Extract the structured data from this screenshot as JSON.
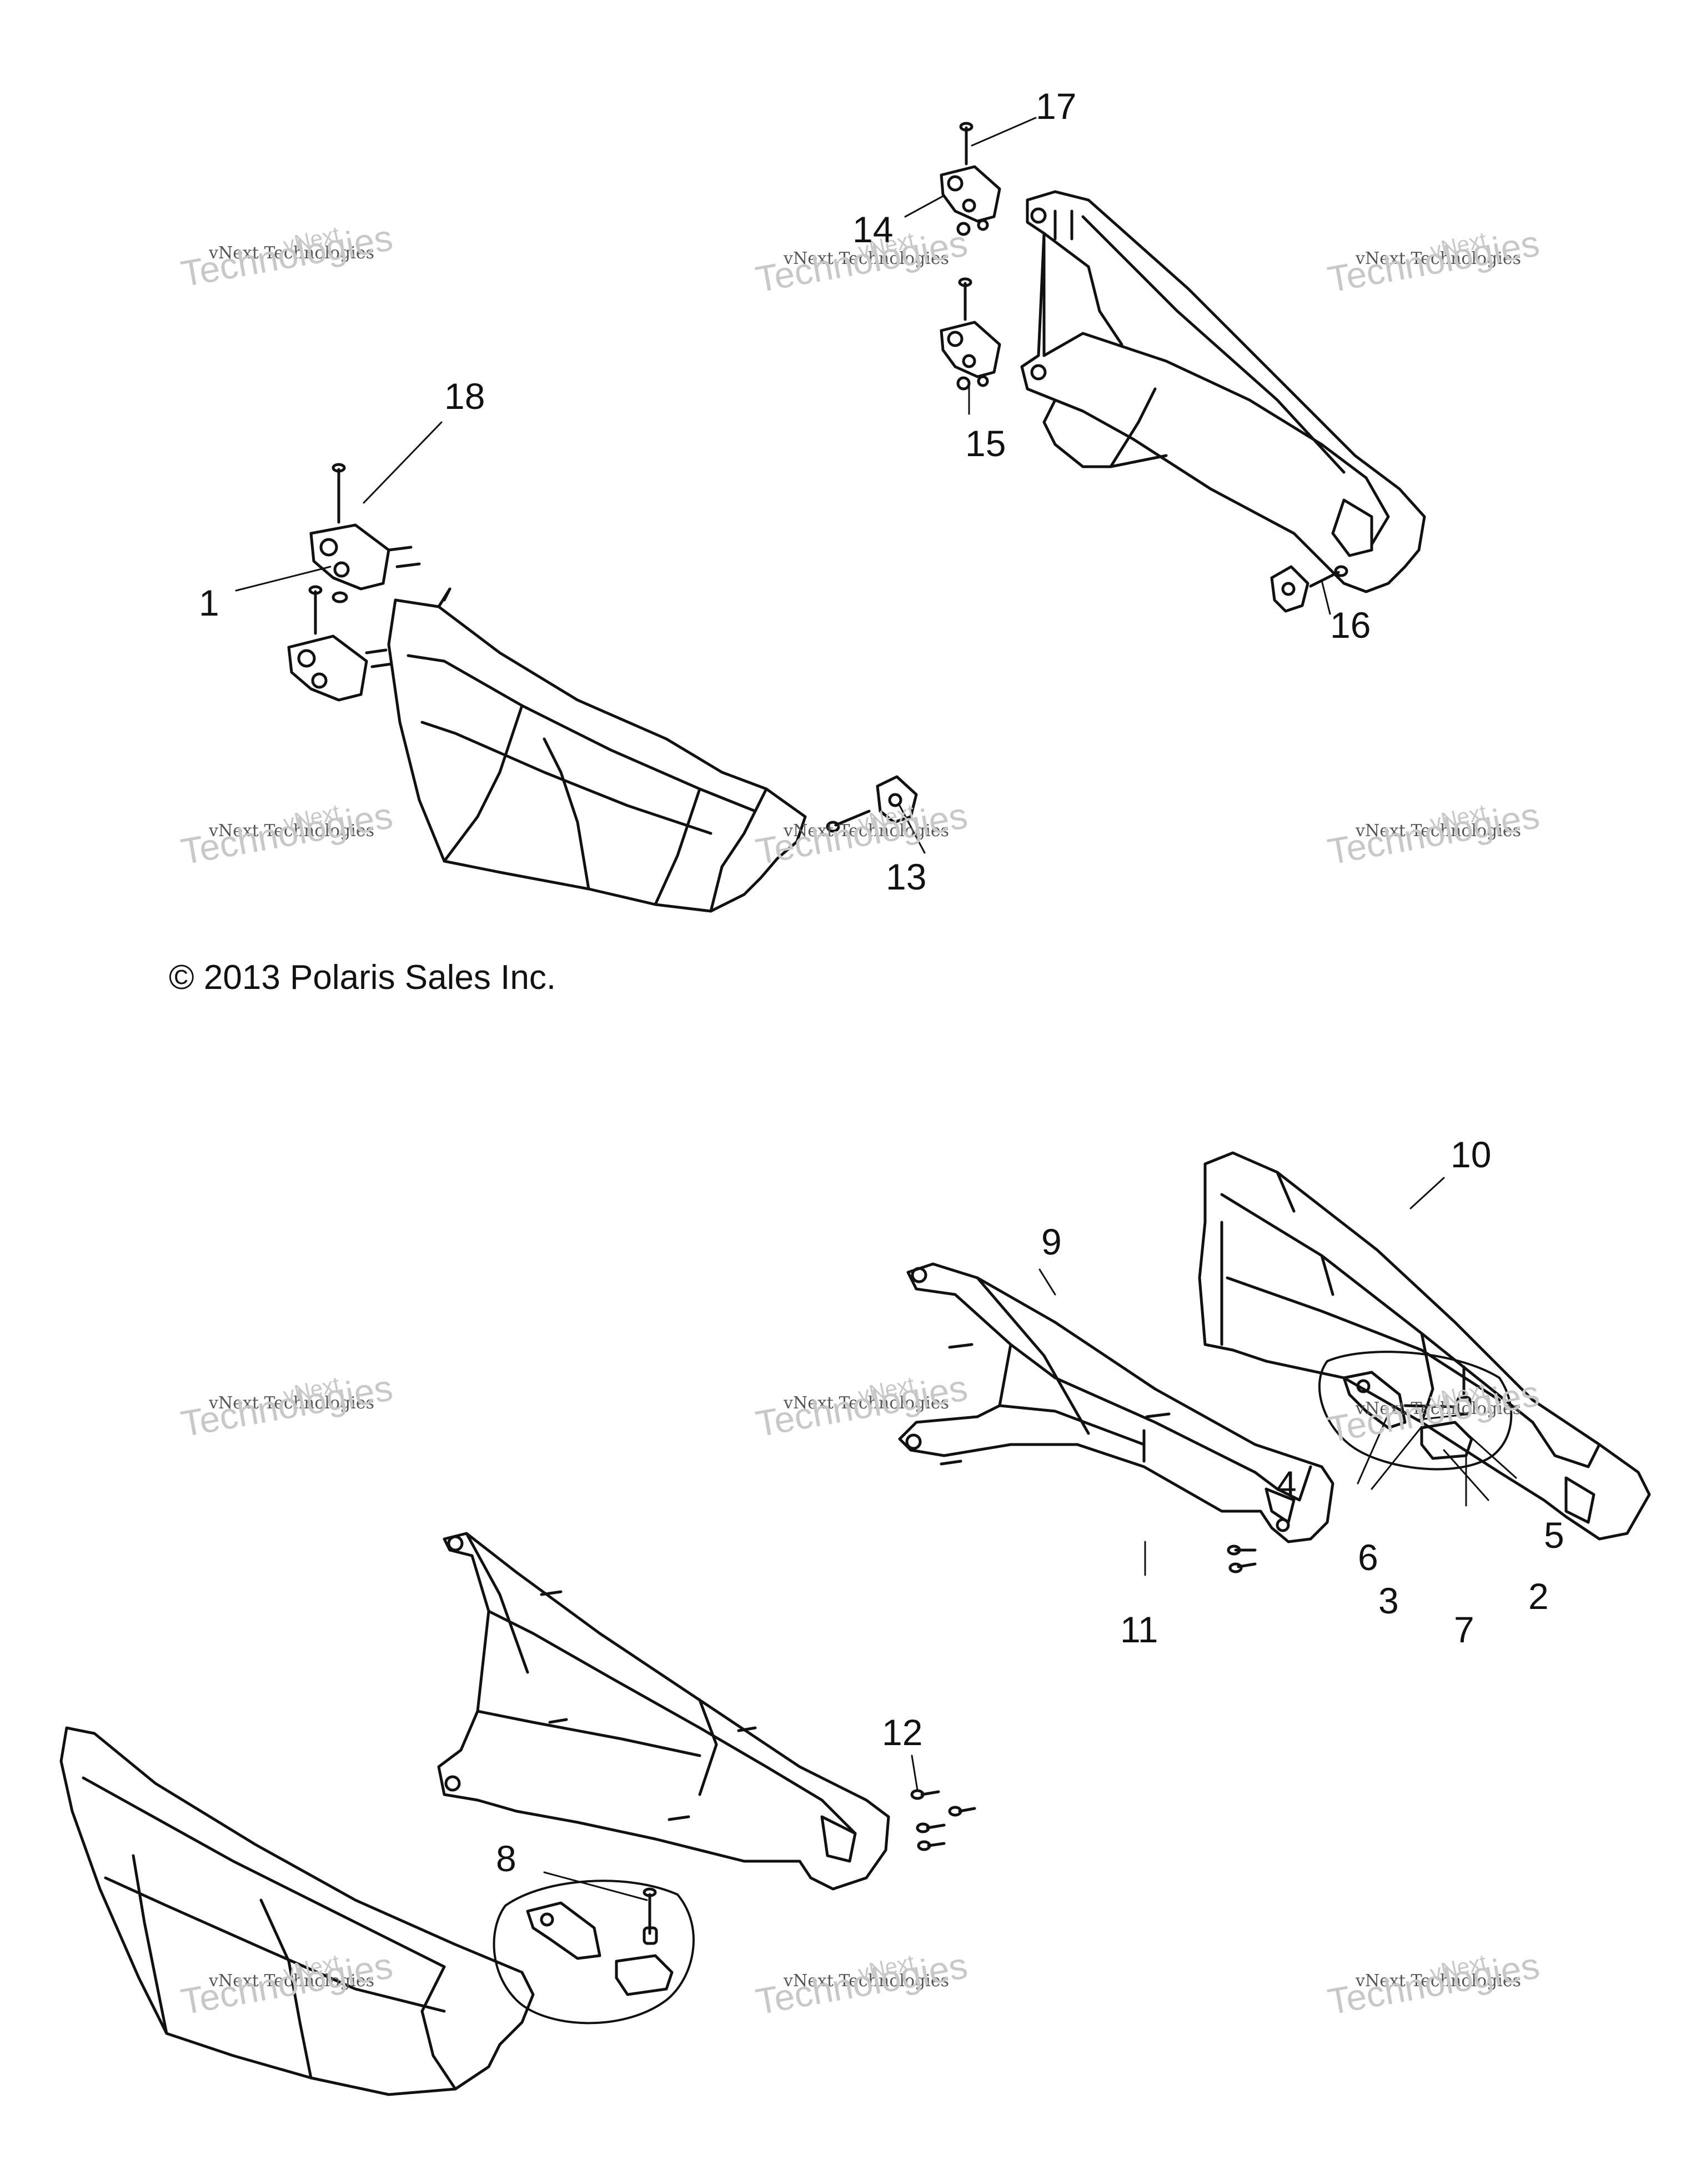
{
  "copyright": "© 2013 Polaris Sales Inc.",
  "callouts": {
    "c1": "1",
    "c2": "2",
    "c3": "3",
    "c4": "4",
    "c5": "5",
    "c6": "6",
    "c7": "7",
    "c8": "8",
    "c9": "9",
    "c10": "10",
    "c11": "11",
    "c12": "12",
    "c13": "13",
    "c14": "14",
    "c15": "15",
    "c16": "16",
    "c17": "17",
    "c18": "18"
  },
  "watermark": {
    "small": "vNext Technologies",
    "big": "Technologies",
    "top": "vNext"
  },
  "colors": {
    "line": "#111111",
    "watermark": "#c8c8c8"
  }
}
